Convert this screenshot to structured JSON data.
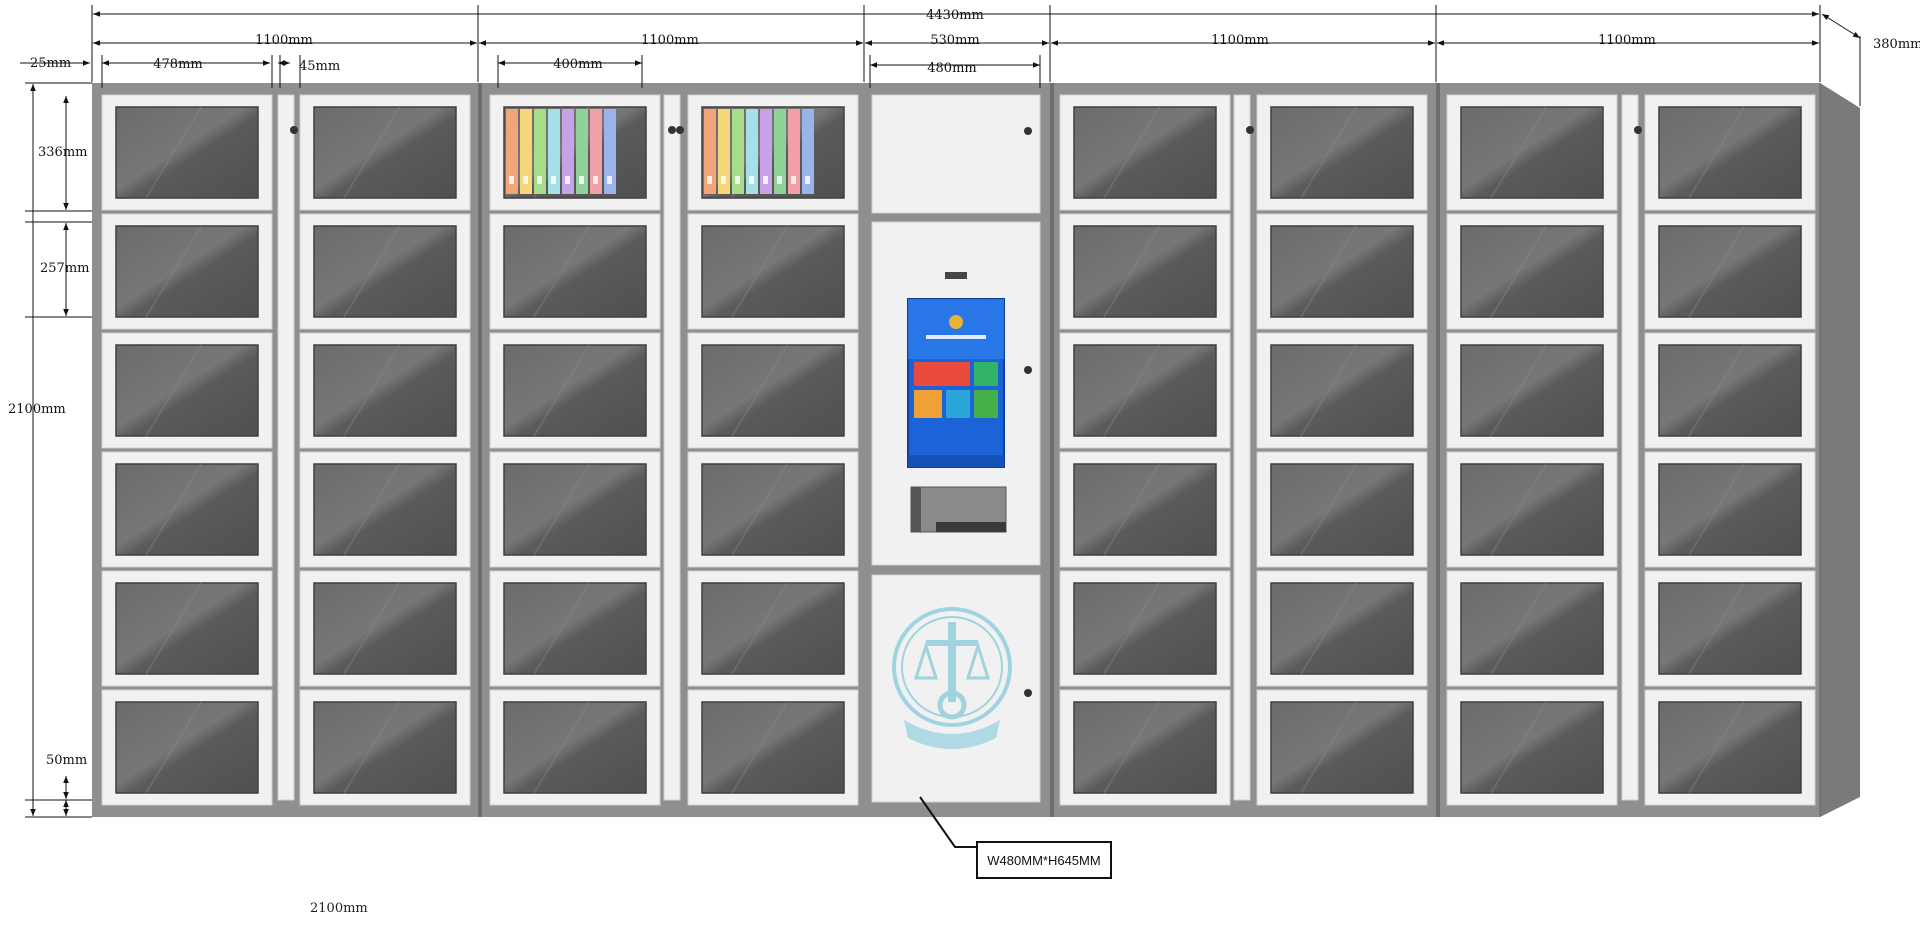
{
  "dimensions": {
    "total_width": "4430mm",
    "depth": "380mm",
    "height": "2100mm",
    "bottom_note": "2100mm",
    "module_widths": [
      "1100mm",
      "1100mm",
      "530mm",
      "1100mm",
      "1100mm"
    ],
    "side_gap": "25mm",
    "door_478": "478mm",
    "gap_45": "45mm",
    "door_400": "400mm",
    "door_480": "480mm",
    "row_336": "336mm",
    "row_257": "257mm",
    "base_50": "50mm"
  },
  "callout": {
    "label": "W480MM*H645MM"
  },
  "colors": {
    "frame": "#8f8f8f",
    "frame_dark": "#6e6e6e",
    "door": "#f1f1f1",
    "window": "#5d5d5d",
    "side": "#7a7a7a",
    "screen_bg": "#1d63d8",
    "emblem": "#9fd3e0",
    "dim_line": "#111111"
  },
  "icons": [
    "lock-icon",
    "emblem-icon",
    "court-logo-icon"
  ]
}
